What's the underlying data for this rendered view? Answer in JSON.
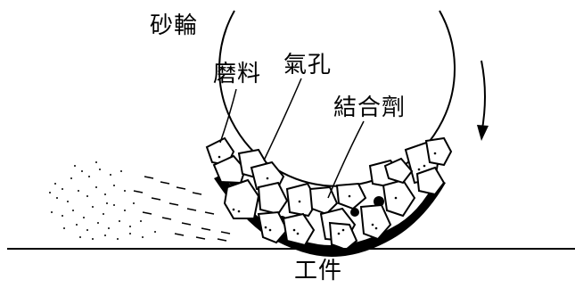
{
  "labels": {
    "wheel": "砂輪",
    "abrasive": "磨料",
    "pore": "氣孔",
    "bond": "結合劑",
    "workpiece": "工件"
  }
}
